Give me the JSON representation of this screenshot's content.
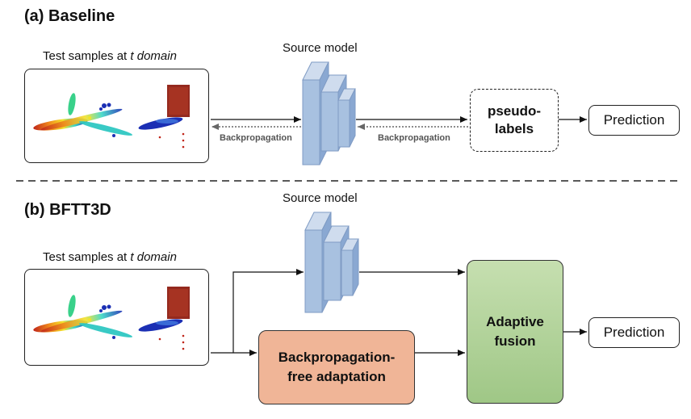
{
  "section_a": {
    "title": "(a) Baseline",
    "source_model": "Source model",
    "test_prefix": "Test samples at ",
    "test_italic": "t domain",
    "backprop_left": "Backpropagation",
    "backprop_right": "Backpropagation",
    "pseudo_line1": "pseudo-",
    "pseudo_line2": "labels",
    "prediction": "Prediction"
  },
  "section_b": {
    "title": "(b) BFTT3D",
    "source_model": "Source model",
    "test_prefix": "Test samples at ",
    "test_italic": "t domain",
    "bp_free_line1": "Backpropagation-",
    "bp_free_line2": "free adaptation",
    "fusion_line1": "Adaptive",
    "fusion_line2": "fusion",
    "prediction": "Prediction"
  },
  "colors": {
    "model_block": "#a8c1e0",
    "bp_free_fill": "#f0b597",
    "fusion_fill": "#b4d49c"
  }
}
